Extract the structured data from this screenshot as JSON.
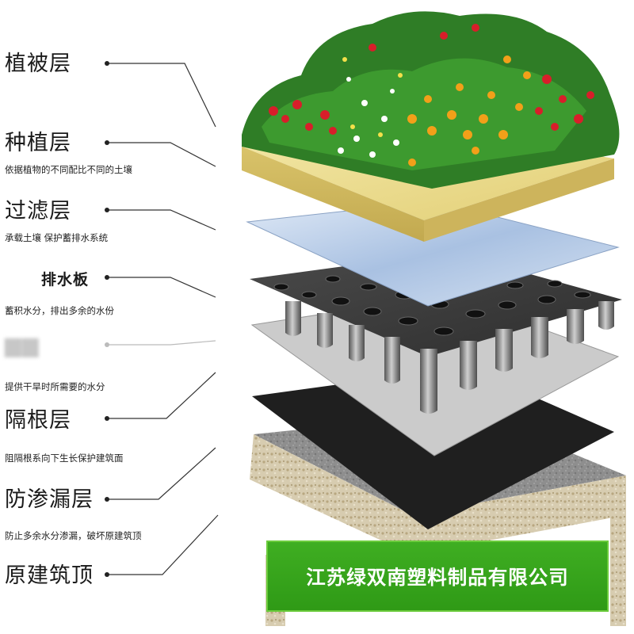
{
  "layers": [
    {
      "name": "植被层",
      "desc": ""
    },
    {
      "name": "种植层",
      "desc": "依据植物的不同配比不同的土壤"
    },
    {
      "name": "过滤层",
      "desc": "承载土壤 保护蓄排水系统"
    },
    {
      "name": "排水板",
      "desc": "蓄积水分，排出多余的水份"
    },
    {
      "name": "",
      "desc": "提供干旱时所需要的水分"
    },
    {
      "name": "隔根层",
      "desc": "阻隔根系向下生长保护建筑面"
    },
    {
      "name": "防渗漏层",
      "desc": "防止多余水分渗漏，破坏原建筑顶"
    },
    {
      "name": "原建筑顶",
      "desc": ""
    }
  ],
  "company": {
    "name": "江苏绿双南塑料制品有限公司",
    "banner_color": "#3aa81d"
  },
  "colors": {
    "soil": "#e9d98a",
    "filter_fabric": "#b9cde6",
    "drainage_board": "#3a3a3a",
    "membrane_gray": "#c9c9c9",
    "root_barrier": "#1c1c1c",
    "concrete": "#8f8f8f"
  }
}
